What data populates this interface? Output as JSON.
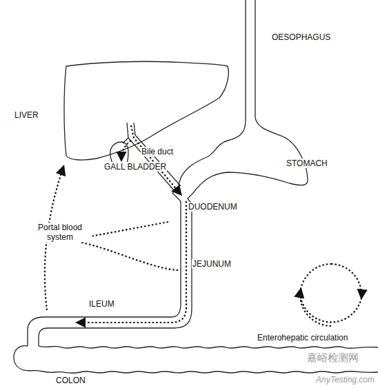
{
  "diagram": {
    "labels": [
      "OESOPHAGUS",
      "LIVER",
      "Bile duct",
      "GALL BLADDER",
      "STOMACH",
      "DUODENUM",
      "Portal blood system",
      "JEJUNUM",
      "ILEUM",
      "Enterohepatic circulation",
      "COLON",
      "嘉峪检测网",
      "AnyTesting.com"
    ]
  }
}
